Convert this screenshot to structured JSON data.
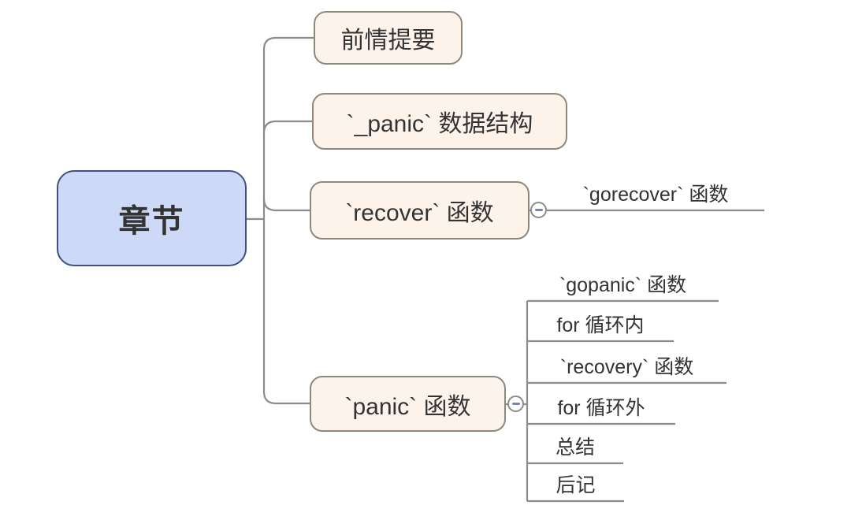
{
  "diagram": {
    "type": "mindmap",
    "root": {
      "label": "章节"
    },
    "branches": [
      {
        "label": "前情提要",
        "children": []
      },
      {
        "label": "`_panic` 数据结构",
        "children": []
      },
      {
        "label": "`recover` 函数",
        "collapse_toggle": "minus",
        "children": [
          {
            "label": "`gorecover` 函数"
          }
        ]
      },
      {
        "label": "`panic` 函数",
        "collapse_toggle": "minus",
        "children": [
          {
            "label": "`gopanic` 函数"
          },
          {
            "label": "for 循环内"
          },
          {
            "label": "`recovery` 函数"
          },
          {
            "label": "for 循环外"
          },
          {
            "label": "总结"
          },
          {
            "label": "后记"
          }
        ]
      }
    ]
  },
  "colors": {
    "background": "#ffffff",
    "root_fill": "#cdd9f6",
    "root_border": "#3e5181",
    "branch_fill": "#fdf3ea",
    "branch_border": "#8f887c",
    "line": "#8c8c8c",
    "toggle_minus": "#6f85c8",
    "text": "#333333"
  }
}
